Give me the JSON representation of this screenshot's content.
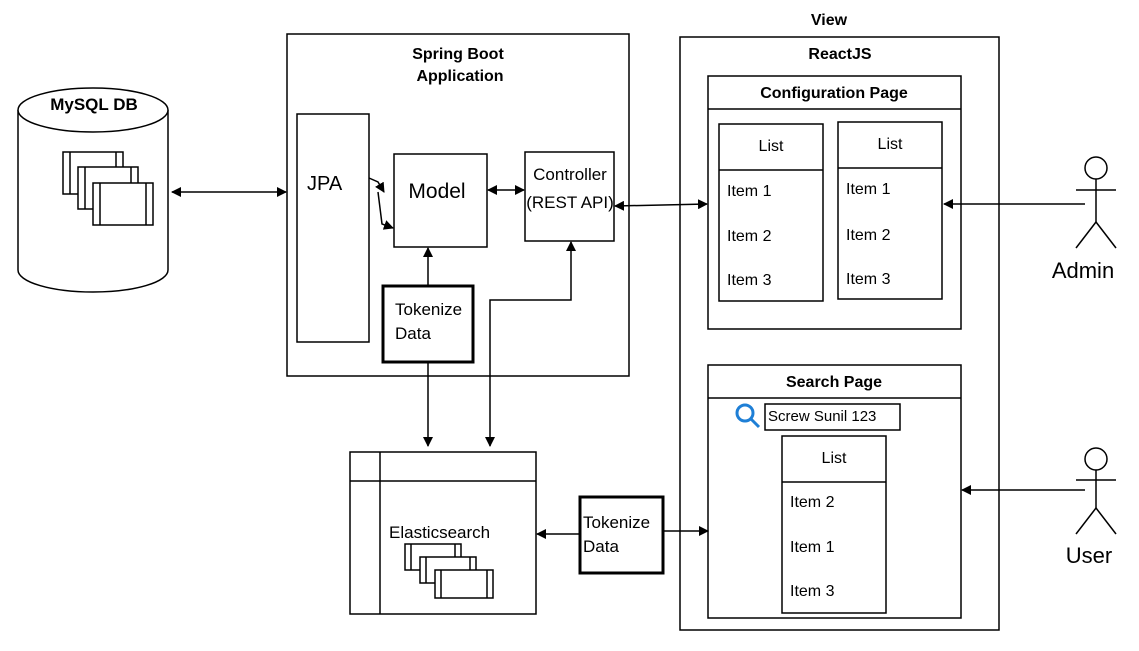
{
  "view_label": "View",
  "mysql": {
    "label": "MySQL DB"
  },
  "spring": {
    "title_line1": "Spring Boot",
    "title_line2": "Application",
    "jpa": "JPA",
    "model": "Model",
    "controller_line1": "Controller",
    "controller_line2": "(REST API)"
  },
  "tokenize_top": {
    "line1": "Tokenize",
    "line2": "Data"
  },
  "tokenize_bottom": {
    "line1": "Tokenize",
    "line2": "Data"
  },
  "elasticsearch": {
    "label": "Elasticsearch"
  },
  "react": {
    "title": "ReactJS",
    "config_page": {
      "title": "Configuration Page",
      "list1": {
        "header": "List",
        "items": [
          "Item 1",
          "Item 2",
          "Item 3"
        ]
      },
      "list2": {
        "header": "List",
        "items": [
          "Item 1",
          "Item 2",
          "Item 3"
        ]
      }
    },
    "search_page": {
      "title": "Search Page",
      "query": "Screw Sunil 123",
      "list": {
        "header": "List",
        "items": [
          "Item 2",
          "Item 1",
          "Item 3"
        ]
      }
    }
  },
  "actors": {
    "admin": "Admin",
    "user": "User"
  },
  "colors": {
    "line": "#000000",
    "search_icon": "#1e7fd6",
    "background": "#ffffff"
  },
  "icons": {
    "search": "magnifier-icon",
    "actor": "stick-figure-icon",
    "db": "cylinder-icon"
  }
}
